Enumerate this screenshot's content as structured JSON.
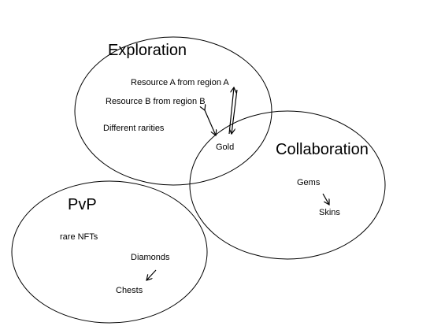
{
  "groups": {
    "exploration": {
      "title": "Exploration",
      "items": [
        "Resource A from region A",
        "Resource B from region B",
        "Different rarities"
      ]
    },
    "collaboration": {
      "title": "Collaboration",
      "items": [
        "Gems",
        "Skins"
      ]
    },
    "pvp": {
      "title": "PvP",
      "items": [
        "rare NFTs",
        "Diamonds",
        "Chests"
      ]
    },
    "overlap": {
      "label": "Gold"
    }
  }
}
